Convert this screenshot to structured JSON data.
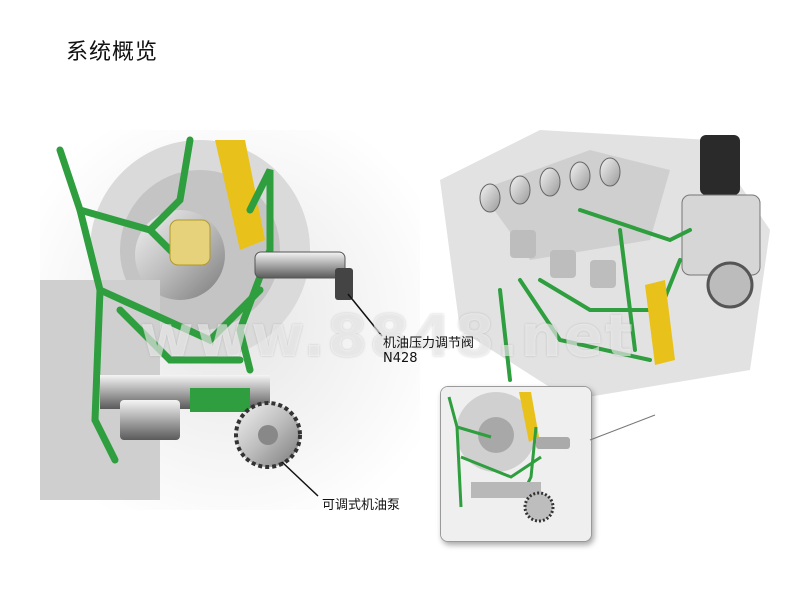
{
  "header": {
    "title": "系统概览"
  },
  "labels": {
    "valve_line1": "机油压力调节阀",
    "valve_line2": "N428",
    "pump": "可调式机油泵"
  },
  "watermark": "www.8848.net",
  "colors": {
    "pipe_green": "#2e9e3e",
    "yellow_part": "#e8c21a",
    "engine_grey": "#c8c8c8"
  }
}
